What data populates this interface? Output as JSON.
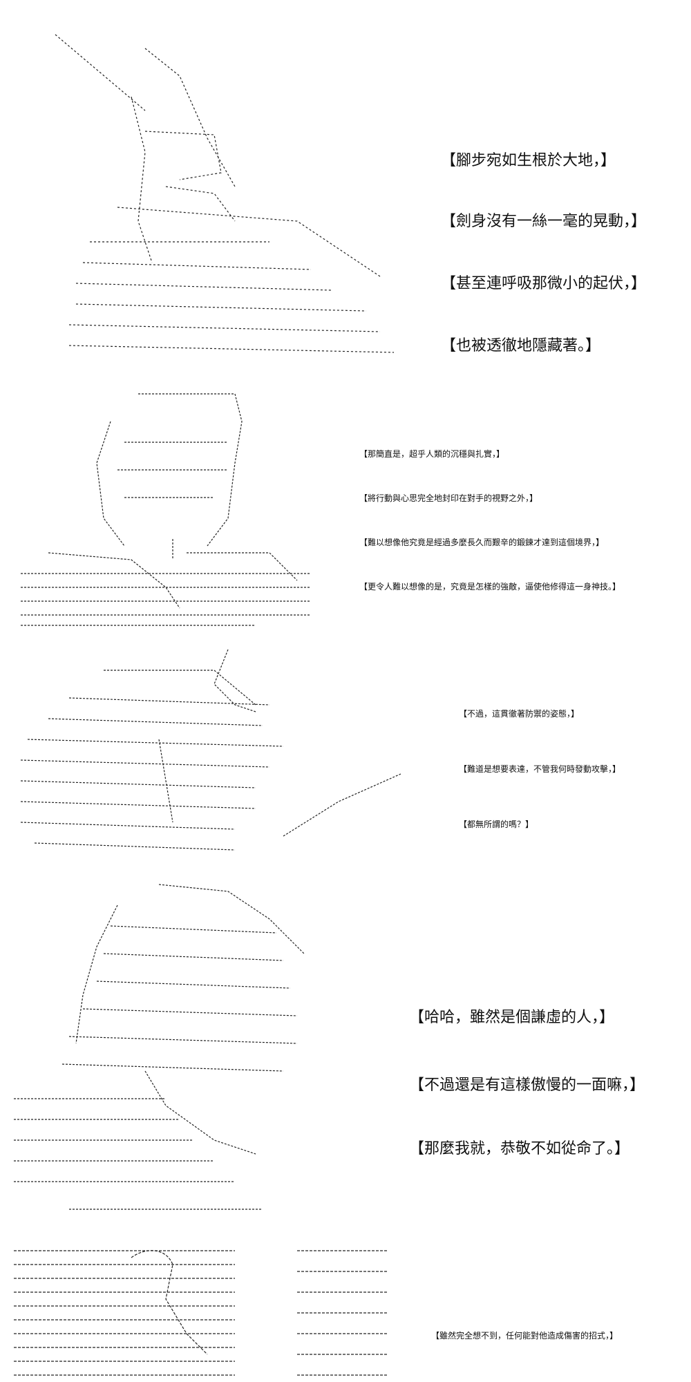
{
  "panels": [
    {
      "id": "p1",
      "lines": [
        "【腳步宛如生根於大地，】",
        "【劍身沒有一絲一毫的晃動，】",
        "【甚至連呼吸那微小的起伏，】",
        "【也被透徹地隱藏著。】"
      ]
    },
    {
      "id": "p2",
      "lines": [
        "【那簡直是，超乎人類的沉穩與扎實，】",
        "【將行動與心思完全地封印在對手的視野之外，】",
        "【難以想像他究竟是經過多麼長久而艱辛的鍛鍊才達到這個境界，】",
        "【更令人難以想像的是，究竟是怎樣的強敵，逼使他修得這一身神技。】"
      ]
    },
    {
      "id": "p3",
      "lines": [
        "【不過，這貫徹著防禦的姿態，】",
        "【難道是想要表達，不管我何時發動攻擊，】",
        "【都無所謂的嗎？】"
      ]
    },
    {
      "id": "p4",
      "lines": [
        "【哈哈，雖然是個謙虛的人，】",
        "【不過還是有這樣傲慢的一面嘛，】",
        "【那麼我就，恭敬不如從命了。】"
      ]
    },
    {
      "id": "p5",
      "lines": [
        "【雖然完全想不到，任何能對他造成傷害的招式，】"
      ]
    }
  ]
}
